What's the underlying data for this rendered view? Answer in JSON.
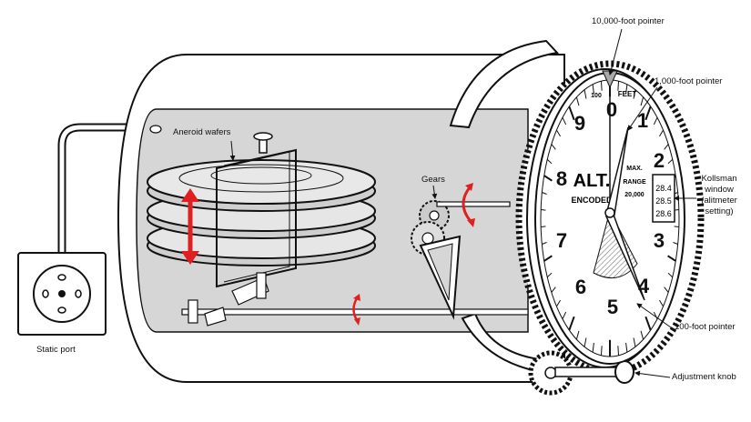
{
  "labels": {
    "aneroid_wafers": "Aneroid wafers",
    "gears": "Gears",
    "static_port": "Static port",
    "pointer_10000": "10,000-foot pointer",
    "pointer_1000": "1,000-foot pointer",
    "kollsman_line1": "Kollsman",
    "kollsman_line2": "window",
    "kollsman_line3": "(alitmeter",
    "kollsman_line4": "setting)",
    "pointer_100": "100-foot pointer",
    "adjustment_knob": "Adjustment knob"
  },
  "dial": {
    "numerals": [
      "0",
      "1",
      "2",
      "3",
      "4",
      "5",
      "6",
      "7",
      "8",
      "9"
    ],
    "hundred_label": "100",
    "feet_label": "FEET",
    "alt_label": "ALT.",
    "encoded_label": "ENCODED",
    "max_label": "MAX.",
    "range_label": "RANGE",
    "range_value": "20,000",
    "kollsman_readings": [
      "28.4",
      "28.5",
      "28.6"
    ]
  },
  "colors": {
    "outline": "#111111",
    "housing_fill": "#ffffff",
    "interior_fill": "#d6d6d6",
    "wafer_fill": "#cfcfcf",
    "motion_arrow": "#e02020",
    "sector_hatch": "#9a9a9a"
  }
}
